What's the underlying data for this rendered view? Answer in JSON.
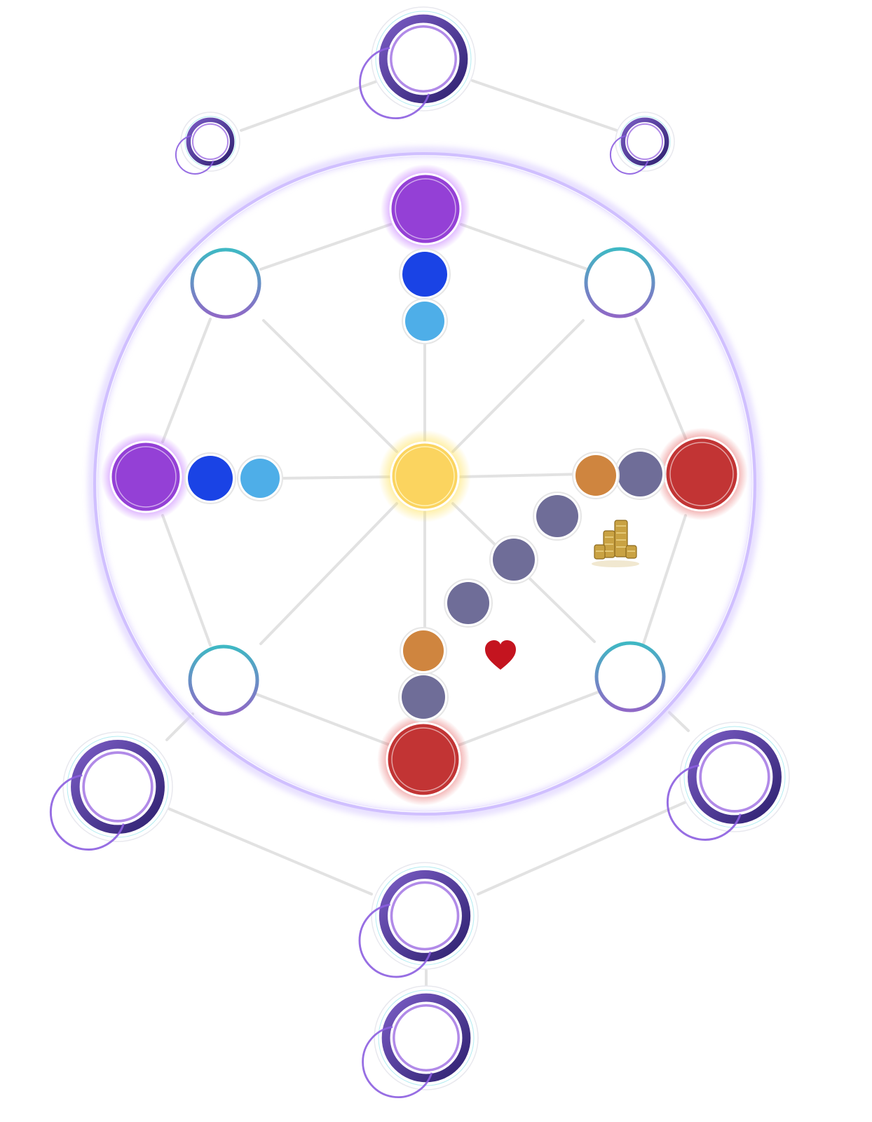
{
  "board": {
    "outer_slots": [
      {
        "id": "top"
      },
      {
        "id": "upper-left"
      },
      {
        "id": "upper-right"
      },
      {
        "id": "lower-left"
      },
      {
        "id": "lower-right"
      },
      {
        "id": "bottom"
      },
      {
        "id": "bottom-tail"
      }
    ],
    "ring_nodes": [
      {
        "id": "north",
        "kind": "purple-glow"
      },
      {
        "id": "north-east",
        "kind": "empty"
      },
      {
        "id": "east",
        "kind": "red-glow"
      },
      {
        "id": "south-east",
        "kind": "empty"
      },
      {
        "id": "south",
        "kind": "red-glow"
      },
      {
        "id": "south-west",
        "kind": "empty"
      },
      {
        "id": "west",
        "kind": "purple-glow"
      },
      {
        "id": "north-west",
        "kind": "empty"
      }
    ],
    "center_node": {
      "kind": "gold-glow"
    },
    "tokens": [
      {
        "id": "north-1",
        "color": "royal-blue"
      },
      {
        "id": "north-2",
        "color": "sky-blue"
      },
      {
        "id": "west-1",
        "color": "royal-blue"
      },
      {
        "id": "west-2",
        "color": "sky-blue"
      },
      {
        "id": "east-1",
        "color": "slate"
      },
      {
        "id": "east-2",
        "color": "copper"
      },
      {
        "id": "diag-1",
        "color": "slate"
      },
      {
        "id": "diag-2",
        "color": "slate"
      },
      {
        "id": "diag-3",
        "color": "slate"
      },
      {
        "id": "south-1",
        "color": "slate"
      },
      {
        "id": "south-2",
        "color": "copper"
      }
    ],
    "icons": [
      "coin-stack-icon",
      "heart-icon"
    ]
  },
  "colors": {
    "line": "#e2e2e2",
    "ring_glow": "#c9b6ff",
    "purple": "#9440d6",
    "red": "#c23434",
    "gold": "#fbd45f",
    "royal_blue": "#1a43e5",
    "sky_blue": "#4eaee8",
    "slate": "#6f6d98",
    "copper": "#cf853f",
    "teal": "#3fb8c4",
    "violet": "#8f68c6",
    "indigo": "#3a2c82",
    "heart": "#c4141f"
  }
}
